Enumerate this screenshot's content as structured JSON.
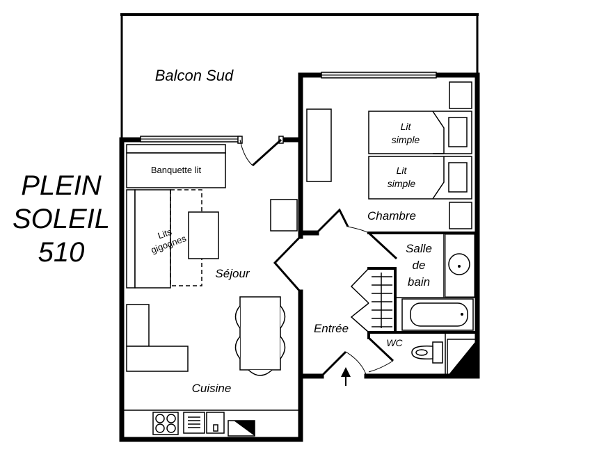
{
  "title": {
    "line1": "PLEIN",
    "line2": "SOLEIL",
    "line3": "510"
  },
  "rooms": {
    "balcon": "Balcon Sud",
    "sejour": "Séjour",
    "cuisine": "Cuisine",
    "chambre": "Chambre",
    "salle_de_bain": [
      "Salle",
      "de",
      "bain"
    ],
    "entree": "Entrée",
    "wc": "WC"
  },
  "furniture": {
    "banquette": "Banquette lit",
    "lits_gigognes": [
      "Lits",
      "gigognes"
    ],
    "lit_simple_1": [
      "Lit",
      "simple"
    ],
    "lit_simple_2": [
      "Lit",
      "simple"
    ]
  },
  "icons": [
    "entrance-arrow-icon",
    "cooktop-icon",
    "oven-icon",
    "fridge-icon",
    "sink-icon",
    "toilet-icon",
    "bathtub-icon"
  ]
}
